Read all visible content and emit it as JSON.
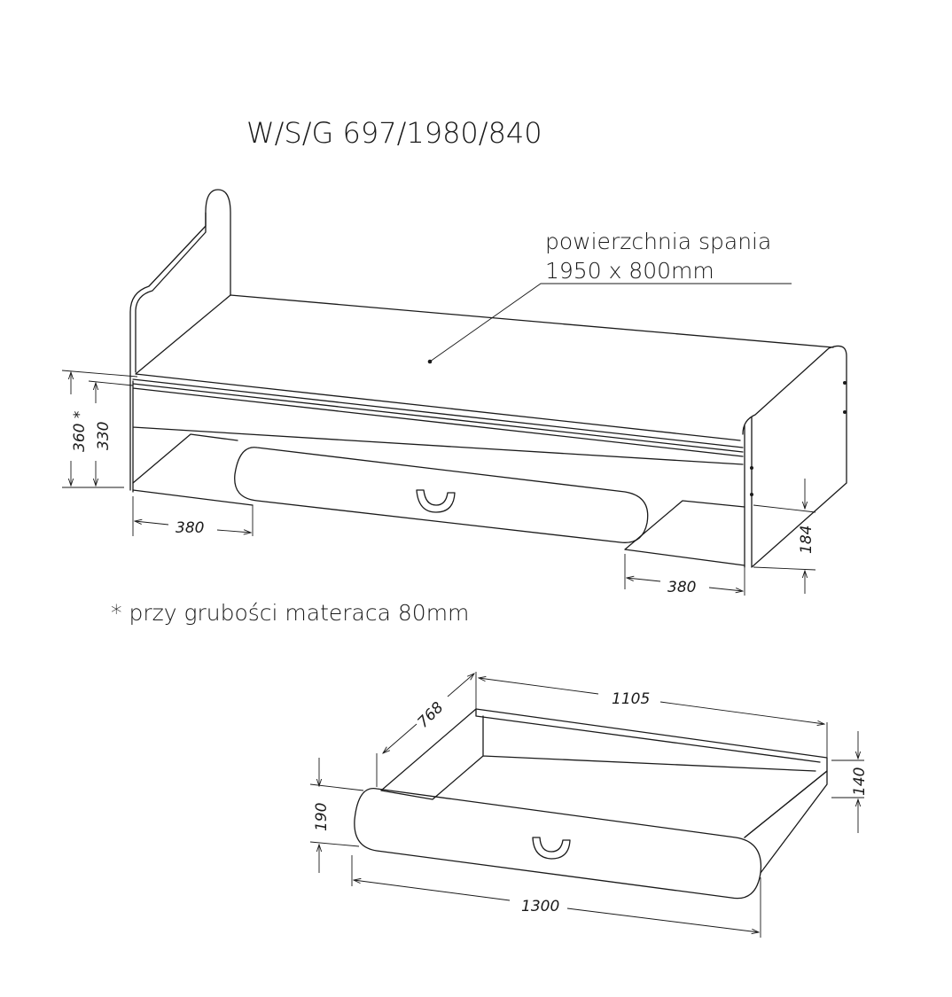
{
  "title": "W/S/G   697/1980/840",
  "sleeping_area": {
    "label": "powierzchnia spania",
    "size": "1950 x 800mm"
  },
  "footnote": "* przy grubości materaca 80mm",
  "bed_dimensions": {
    "height_with_mattress": "360 *",
    "height": "330",
    "left_opening": "380",
    "right_opening": "380",
    "shelf_height": "184"
  },
  "drawer_dimensions": {
    "inner_width": "1105",
    "depth": "768",
    "side_height": "140",
    "front_height": "190",
    "front_width": "1300"
  },
  "colors": {
    "line": "#1a1a1a",
    "background": "#ffffff"
  }
}
